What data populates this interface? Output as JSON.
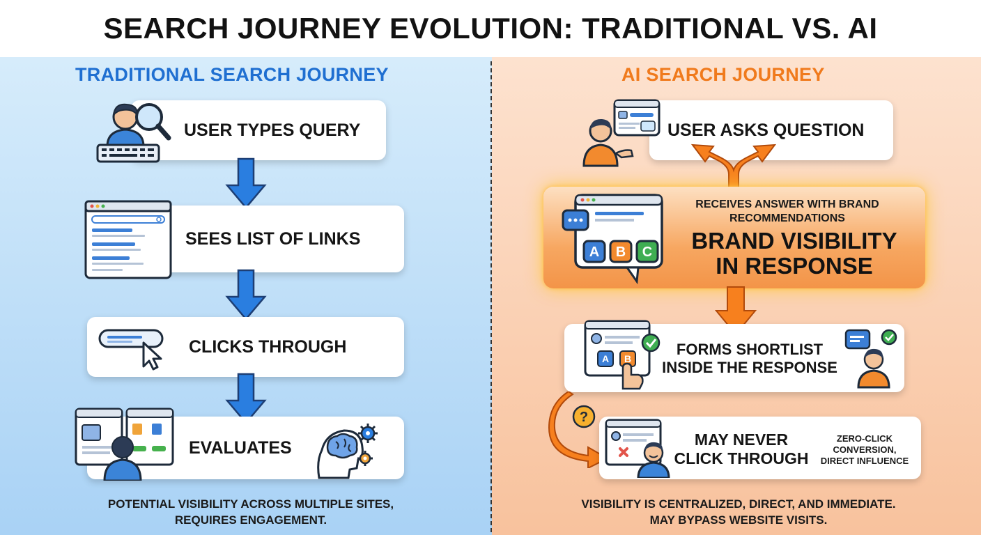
{
  "title": "SEARCH JOURNEY EVOLUTION: TRADITIONAL VS. AI",
  "colors": {
    "traditional_accent": "#1f6fd1",
    "ai_accent": "#f07a1c",
    "arrow_blue": "#2a7ee0",
    "arrow_orange": "#f7801e"
  },
  "traditional": {
    "heading": "TRADITIONAL SEARCH JOURNEY",
    "steps": [
      {
        "label": "USER TYPES QUERY",
        "icon": "user-magnifier-keyboard-icon"
      },
      {
        "label": "SEES LIST OF LINKS",
        "icon": "search-results-browser-icon"
      },
      {
        "label": "CLICKS THROUGH",
        "icon": "cursor-click-icon"
      },
      {
        "label": "EVALUATES",
        "icon": "brain-gears-icon"
      }
    ],
    "footnote_line1": "POTENTIAL VISIBILITY ACROSS MULTIPLE SITES,",
    "footnote_line2": "REQUIRES ENGAGEMENT."
  },
  "ai": {
    "heading": "AI SEARCH JOURNEY",
    "step1": {
      "label": "USER ASKS QUESTION",
      "icon": "user-chat-icon"
    },
    "hero": {
      "subtext_line1": "RECEIVES ANSWER WITH BRAND",
      "subtext_line2": "RECOMMENDATIONS",
      "main_line1": "BRAND VISIBILITY",
      "main_line2": "IN RESPONSE",
      "badges": [
        "A",
        "B",
        "C"
      ]
    },
    "step3": {
      "label_line1": "FORMS SHORTLIST",
      "label_line2": "INSIDE THE RESPONSE",
      "badges": [
        "A",
        "B"
      ]
    },
    "step4": {
      "label_line1": "MAY NEVER",
      "label_line2": "CLICK THROUGH",
      "note_line1": "ZERO-CLICK",
      "note_line2": "CONVERSION,",
      "note_line3": "DIRECT INFLUENCE"
    },
    "question_mark": "?",
    "footnote_line1": "VISIBILITY IS CENTRALIZED, DIRECT, AND IMMEDIATE.",
    "footnote_line2": "MAY BYPASS WEBSITE VISITS."
  }
}
